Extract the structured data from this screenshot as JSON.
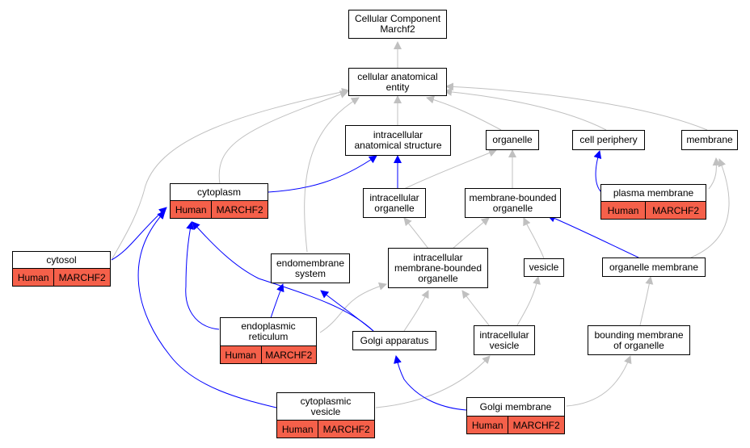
{
  "colors": {
    "gray_edge": "#c0c0c0",
    "blue_edge": "#0000ff",
    "annotation_fill": "#f5604a",
    "node_border": "#000000"
  },
  "nodes": {
    "root": {
      "lines": [
        "Cellular Component",
        "Marchf2"
      ]
    },
    "cae": {
      "lines": [
        "cellular anatomical",
        "entity"
      ]
    },
    "ias": {
      "lines": [
        "intracellular",
        "anatomical structure"
      ]
    },
    "organelle": {
      "lines": [
        "organelle"
      ]
    },
    "periphery": {
      "lines": [
        "cell periphery"
      ]
    },
    "membrane": {
      "lines": [
        "membrane"
      ]
    },
    "cytoplasm": {
      "lines": [
        "cytoplasm"
      ],
      "tags": [
        "Human",
        "MARCHF2"
      ]
    },
    "intraorg": {
      "lines": [
        "intracellular",
        "organelle"
      ]
    },
    "mbo": {
      "lines": [
        "membrane-bounded",
        "organelle"
      ]
    },
    "plasma": {
      "lines": [
        "plasma membrane"
      ],
      "tags": [
        "Human",
        "MARCHF2"
      ]
    },
    "cytosol": {
      "lines": [
        "cytosol"
      ],
      "tags": [
        "Human",
        "MARCHF2"
      ]
    },
    "endo": {
      "lines": [
        "endomembrane",
        "system"
      ]
    },
    "imbo": {
      "lines": [
        "intracellular",
        "membrane-bounded",
        "organelle"
      ]
    },
    "vesicle": {
      "lines": [
        "vesicle"
      ]
    },
    "orgmem": {
      "lines": [
        "organelle membrane"
      ]
    },
    "er": {
      "lines": [
        "endoplasmic",
        "reticulum"
      ],
      "tags": [
        "Human",
        "MARCHF2"
      ]
    },
    "golgi": {
      "lines": [
        "Golgi apparatus"
      ]
    },
    "iv": {
      "lines": [
        "intracellular",
        "vesicle"
      ]
    },
    "bmo": {
      "lines": [
        "bounding membrane",
        "of organelle"
      ]
    },
    "cv": {
      "lines": [
        "cytoplasmic",
        "vesicle"
      ],
      "tags": [
        "Human",
        "MARCHF2"
      ]
    },
    "gm": {
      "lines": [
        "Golgi membrane"
      ],
      "tags": [
        "Human",
        "MARCHF2"
      ]
    }
  }
}
